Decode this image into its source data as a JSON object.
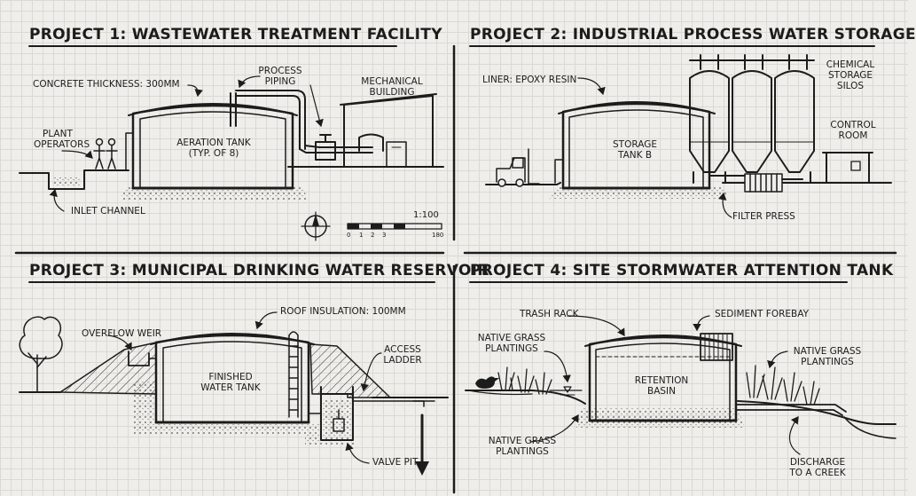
{
  "p1": {
    "title": "PROJECT 1: WASTEWATER TREATMENT FACILITY",
    "concrete": "CONCRETE THICKNESS: 300mm",
    "process1": "PROCESS",
    "process2": "PIPING",
    "mech1": "MECHANICAL",
    "mech2": "BUILDING",
    "plant1": "PLANT",
    "plant2": "OPERATORS",
    "tank1": "AERATION TANK",
    "tank2": "(TYP. of 8)",
    "inlet": "INLET CHANNEL",
    "scale": "1:100",
    "ticks": [
      "0",
      "1",
      "2",
      "3",
      "180"
    ]
  },
  "p2": {
    "title": "PROJECT 2: INDUSTRIAL PROCESS WATER STORAGE",
    "liner": "LINER: EPOXY RESIN",
    "silos1": "CHEMICAL",
    "silos2": "STORAGE",
    "silos3": "SILOS",
    "control1": "CONTROL",
    "control2": "ROOM",
    "tank1": "STORAGE",
    "tank2": "TANK B",
    "filter": "FILTER PRESS"
  },
  "p3": {
    "title": "PROJECT 3: MUNICIPAL DRINKING WATER RESERVOIR",
    "overflow": "OVERFLOW WEIR",
    "roof": "ROOF INSULATION: 100mm",
    "access1": "ACCESS",
    "access2": "LADDER",
    "tank1": "FINISHED",
    "tank2": "WATER TANK",
    "valve": "VALVE PIT"
  },
  "p4": {
    "title": "PROJECT 4: SITE STORMWATER ATTENTION TANK",
    "trash": "TRASH RACK",
    "sediment": "SEDIMENT FOREBAY",
    "grassL1": "NATIVE GRASS",
    "grassL2": "PLANTINGS",
    "grassR1": "NATIVE GRASS",
    "grassR2": "PLANTINGS",
    "grassB1": "NATIVE GRASS",
    "grassB2": "PLANTINGS",
    "tank1": "RETENTION",
    "tank2": "BASIN",
    "discharge1": "DISCHARGE",
    "discharge2": "TO A CREEK"
  }
}
